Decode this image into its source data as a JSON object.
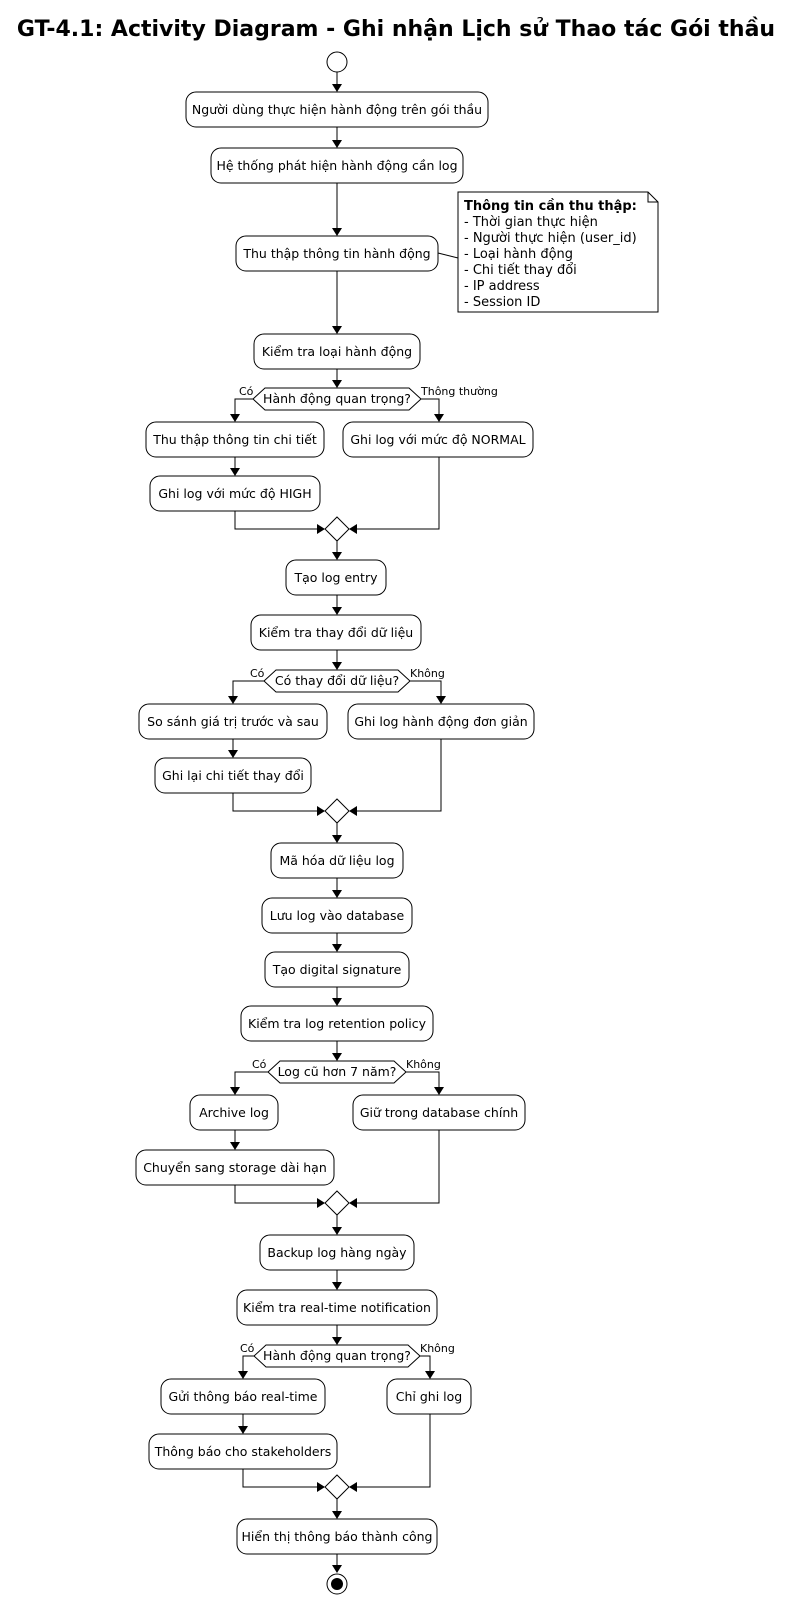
{
  "title": "GT-4.1: Activity Diagram - Ghi nhận Lịch sử Thao tác Gói thầu",
  "activities": {
    "a1": "Người dùng thực hiện hành động trên gói thầu",
    "a2": "Hệ thống phát hiện hành động cần log",
    "a3": "Thu thập thông tin hành động",
    "a4": "Kiểm tra loại hành động",
    "a5": "Thu thập thông tin chi tiết",
    "a6": "Ghi log với mức độ HIGH",
    "a7": "Ghi log với mức độ NORMAL",
    "a8": "Tạo log entry",
    "a9": "Kiểm tra thay đổi dữ liệu",
    "a10": "So sánh giá trị trước và sau",
    "a11": "Ghi lại chi tiết thay đổi",
    "a12": "Ghi log hành động đơn giản",
    "a13": "Mã hóa dữ liệu log",
    "a14": "Lưu log vào database",
    "a15": "Tạo digital signature",
    "a16": "Kiểm tra log retention policy",
    "a17": "Archive log",
    "a18": "Chuyển sang storage dài hạn",
    "a19": "Giữ trong database chính",
    "a20": "Backup log hàng ngày",
    "a21": "Kiểm tra real-time notification",
    "a22": "Gửi thông báo real-time",
    "a23": "Thông báo cho stakeholders",
    "a24": "Chỉ ghi log",
    "a25": "Hiển thị thông báo thành công"
  },
  "decisions": {
    "d1": {
      "label": "Hành động quan trọng?",
      "yes": "Có",
      "no": "Thông thường"
    },
    "d2": {
      "label": "Có thay đổi dữ liệu?",
      "yes": "Có",
      "no": "Không"
    },
    "d3": {
      "label": "Log cũ hơn 7 năm?",
      "yes": "Có",
      "no": "Không"
    },
    "d4": {
      "label": "Hành động quan trọng?",
      "yes": "Có",
      "no": "Không"
    }
  },
  "note": {
    "title": "Thông tin cần thu thập:",
    "lines": [
      "- Thời gian thực hiện",
      "- Người thực hiện (user_id)",
      "- Loại hành động",
      "- Chi tiết thay đổi",
      "- IP address",
      "- Session ID"
    ]
  }
}
